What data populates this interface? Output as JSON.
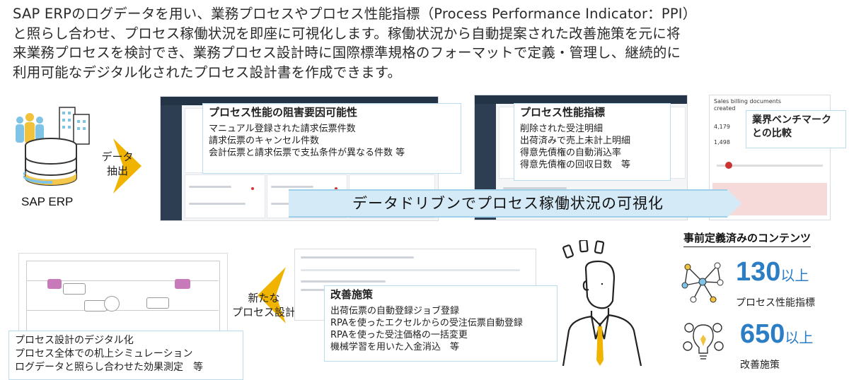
{
  "intro_lines": [
    "SAP ERPのログデータを用い、業務プロセスやプロセス性能指標（Process Performance Indicator：PPI）",
    "と照らし合わせ、プロセス稼働状況を即座に可視化します。稼働状況から自動提案された改善施策を元に将",
    "来業務プロセスを検討でき、業務プロセス設計時に国際標準規格のフォーマットで定義・管理し、継続的に",
    "利用可能なデジタル化されたプロセス設計書を作成できます。"
  ],
  "sap_label": "SAP ERP",
  "extract_label": [
    "データ",
    "抽出"
  ],
  "panel1": {
    "title": "プロセス性能の阻害要因可能性",
    "items": [
      "マニュアル登録された請求伝票件数",
      "請求伝票のキャンセル件数",
      "会計伝票と請求伝票で支払条件が異なる件数 等"
    ]
  },
  "panel2": {
    "title": "プロセス性能指標",
    "items": [
      "削除された受注明細",
      "出荷済みで売上未計上明細",
      "得意先債権の自動消込率",
      "得意先債権の回収日数　等"
    ]
  },
  "panel3": {
    "header": [
      "Sales billing documents",
      "created"
    ],
    "stats": [
      "4,179",
      "1,498"
    ],
    "callout": [
      "業界ベンチマーク",
      "との比較"
    ]
  },
  "banner": "データドリブンでプロセス稼働状況の可視化",
  "design_callout": [
    "プロセス設計のデジタル化",
    "プロセス全体での机上シミュレーション",
    "ログデータと照らし合わせた効果測定　等"
  ],
  "new_design_label": [
    "新たな",
    "プロセス設計"
  ],
  "improvement": {
    "title": "改善施策",
    "items": [
      "出荷伝票の自動登録ジョブ登録",
      "RPAを使ったエクセルからの受注伝票自動登録",
      "RPAを使った受注価格の一括変更",
      "機械学習を用いた入金消込　等"
    ]
  },
  "contents": {
    "title": "事前定義済みのコンテンツ",
    "stat1": {
      "number": "130",
      "suffix": "以上",
      "label": "プロセス性能指標"
    },
    "stat2": {
      "number": "650",
      "suffix": "以上",
      "label": "改善施策"
    }
  },
  "colors": {
    "accent": "#2b7dc4",
    "arrow": "#f0b400",
    "callout_border": "#b9dcef",
    "banner": "#d4eaf7"
  }
}
